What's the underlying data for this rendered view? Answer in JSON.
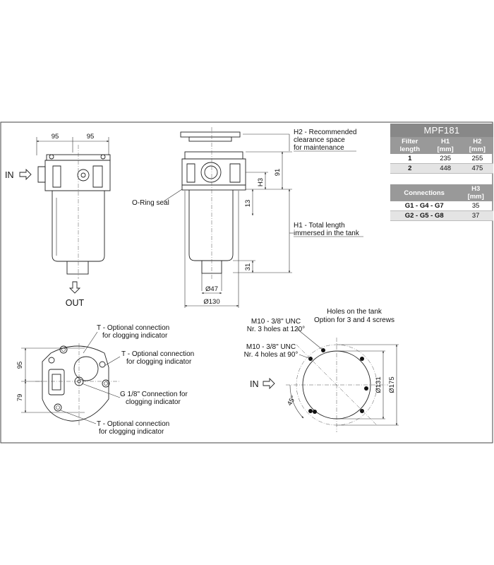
{
  "top_view": {
    "dim_left": "95",
    "dim_right": "95",
    "in_label": "IN",
    "out_label": "OUT"
  },
  "side_view": {
    "h2_note": [
      "H2 - Recommended",
      "clearance space",
      "for maintenance"
    ],
    "oring_label": "O-Ring seal",
    "h1_note": [
      "H1 - Total length",
      "immersed in the tank"
    ],
    "dim_91": "91",
    "dim_h3": "H3",
    "dim_13": "13",
    "dim_31": "31",
    "dim_d47": "Ø47",
    "dim_d130": "Ø130"
  },
  "bottom_view": {
    "dim_95": "95",
    "dim_79": "79",
    "t_note_1": [
      "T - Optional connection",
      "for clogging indicator"
    ],
    "t_note_2": [
      "T - Optional connection",
      "for clogging indicator"
    ],
    "g_note": [
      "G 1/8\" Connection for",
      "clogging indicator"
    ],
    "t_note_3": [
      "T - Optional connection",
      "for clogging indicator"
    ]
  },
  "holes_view": {
    "title": [
      "Holes on the tank",
      "Option for 3 and 4 screws"
    ],
    "note_3": [
      "M10 - 3/8\" UNC",
      "Nr. 3 holes at 120°"
    ],
    "note_4": [
      "M10 - 3/8\" UNC",
      "Nr. 4 holes at 90°"
    ],
    "in_label": "IN",
    "angle": "45°",
    "d131": "Ø131",
    "d175": "Ø175"
  },
  "spec_table": {
    "title": "MPF181",
    "filter_header": {
      "c1": [
        "Filter",
        "length"
      ],
      "c2": [
        "H1",
        "[mm]"
      ],
      "c3": [
        "H2",
        "[mm]"
      ]
    },
    "filter_rows": [
      {
        "len": "1",
        "h1": "235",
        "h2": "255"
      },
      {
        "len": "2",
        "h1": "448",
        "h2": "475"
      }
    ],
    "conn_header": {
      "c1": "Connections",
      "c2": [
        "H3",
        "[mm]"
      ]
    },
    "conn_rows": [
      {
        "conn": "G1 - G4 - G7",
        "h3": "35"
      },
      {
        "conn": "G2 - G5 - G8",
        "h3": "37"
      }
    ]
  }
}
